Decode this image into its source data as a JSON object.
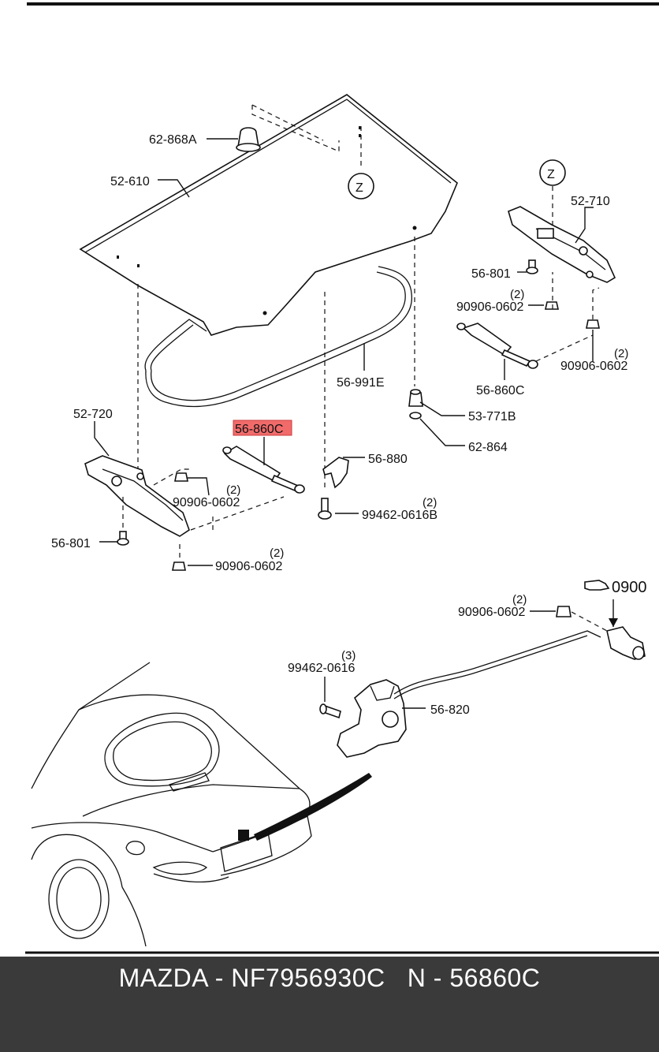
{
  "labels": {
    "l_62868a": "62-868A",
    "l_52610": "52-610",
    "l_z1": "Z",
    "l_z2": "Z",
    "l_52710": "52-710",
    "l_56801a": "56-801",
    "l_90906a": "90906-0602",
    "l_90906a_qty": "(2)",
    "l_90906b": "90906-0602",
    "l_90906b_qty": "(2)",
    "l_56860c_right": "56-860C",
    "l_56991e": "56-991E",
    "l_53771b": "53-771B",
    "l_62864": "62-864",
    "l_52720": "52-720",
    "l_56860c_hl": "56-860C",
    "l_56880": "56-880",
    "l_90906c": "90906-0602",
    "l_90906c_qty": "(2)",
    "l_99462a": "99462-0616B",
    "l_99462a_qty": "(2)",
    "l_56801b": "56-801",
    "l_90906d": "90906-0602",
    "l_90906d_qty": "(2)",
    "l_0900": "0900",
    "l_90906e": "90906-0602",
    "l_90906e_qty": "(2)",
    "l_99462b": "99462-0616",
    "l_99462b_qty": "(3)",
    "l_56820": "56-820"
  },
  "colors": {
    "highlight": "#f26b6b",
    "footer_bg": "#3a3a3a",
    "footer_text": "#ffffff"
  },
  "footer": {
    "text": "MAZDA - NF7956930C   N - 56860C"
  }
}
